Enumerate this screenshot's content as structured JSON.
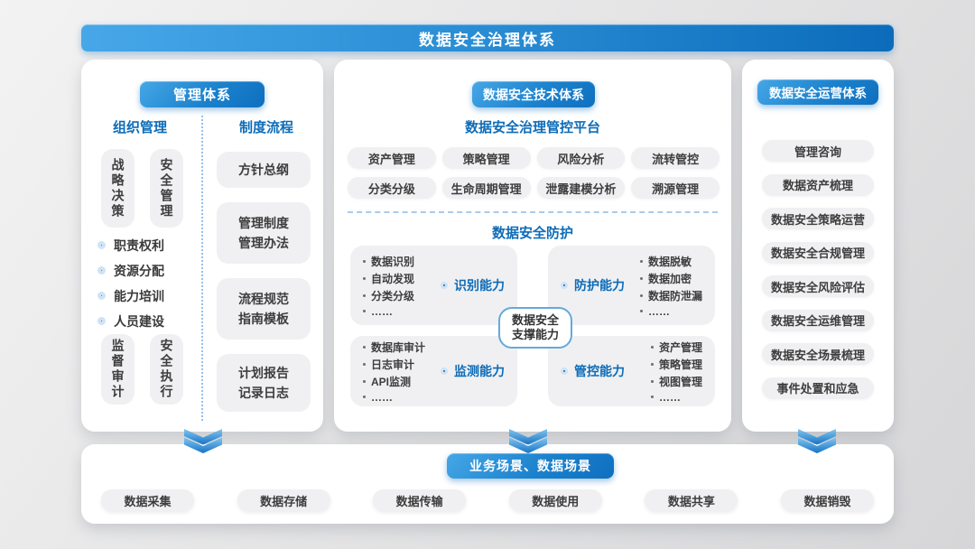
{
  "title": "数据安全治理体系",
  "colors": {
    "title_gradient_left": "#47a7e8",
    "title_gradient_right": "#0c6cbb",
    "button_blue": "#0e6fbf",
    "heading_blue": "#0d6cb8",
    "chip_bg": "#f0f0f2",
    "text_dark": "#3d3d3d",
    "bullet_dot": "#1262ae",
    "bullet_ring": "#cfe3f6",
    "divider_blue": "#93c1ea"
  },
  "left_panel": {
    "header": "管理体系",
    "org": {
      "header": "组织管理",
      "top_boxes": [
        "战略决策",
        "安全管理"
      ],
      "bullets": [
        "职责权利",
        "资源分配",
        "能力培训",
        "人员建设"
      ],
      "bottom_boxes": [
        "监督审计",
        "安全执行"
      ]
    },
    "process": {
      "header": "制度流程",
      "boxes": [
        [
          "方针总纲"
        ],
        [
          "管理制度",
          "管理办法"
        ],
        [
          "流程规范",
          "指南模板"
        ],
        [
          "计划报告",
          "记录日志"
        ]
      ]
    }
  },
  "mid_panel": {
    "header": "数据安全技术体系",
    "platform_title": "数据安全治理管控平台",
    "platform_chips": [
      "资产管理",
      "策略管理",
      "风险分析",
      "流转管控",
      "分类分级",
      "生命周期管理",
      "泄露建模分析",
      "溯源管理"
    ],
    "protection_title": "数据安全防护",
    "capabilities": [
      {
        "label": "识别能力",
        "items": [
          "数据识别",
          "自动发现",
          "分类分级",
          "……"
        ]
      },
      {
        "label": "防护能力",
        "items": [
          "数据脱敏",
          "数据加密",
          "数据防泄漏",
          "……"
        ]
      },
      {
        "label": "监测能力",
        "items": [
          "数据库审计",
          "日志审计",
          "API监测",
          "……"
        ]
      },
      {
        "label": "管控能力",
        "items": [
          "资产管理",
          "策略管理",
          "视图管理",
          "……"
        ]
      }
    ],
    "support_lines": [
      "数据安全",
      "支撑能力"
    ]
  },
  "right_panel": {
    "header": "数据安全运营体系",
    "items": [
      "管理咨询",
      "数据资产梳理",
      "数据安全策略运营",
      "数据安全合规管理",
      "数据安全风险评估",
      "数据安全运维管理",
      "数据安全场景梳理",
      "事件处置和应急"
    ]
  },
  "bottom_panel": {
    "header": "业务场景、数据场景",
    "items": [
      "数据采集",
      "数据存储",
      "数据传输",
      "数据使用",
      "数据共享",
      "数据销毁"
    ]
  }
}
